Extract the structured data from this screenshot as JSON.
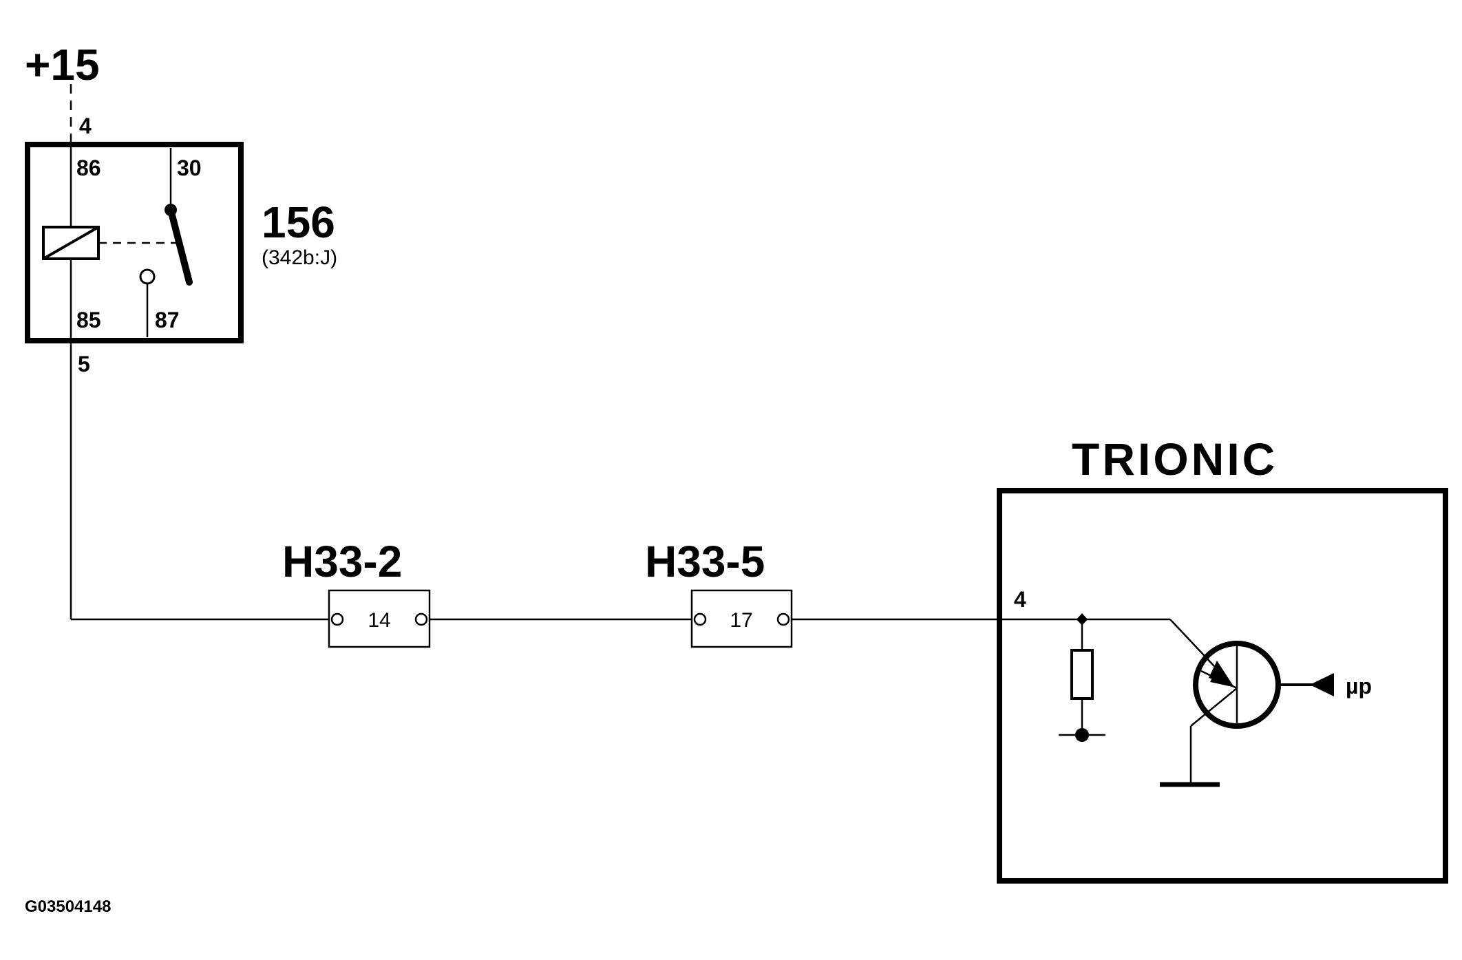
{
  "supply": {
    "label": "+15",
    "pin_top": "4",
    "pin_bottom": "5"
  },
  "relay": {
    "id": "156",
    "subtitle": "(342b:J)",
    "terminals": {
      "t86": "86",
      "t30": "30",
      "t85": "85",
      "t87": "87"
    }
  },
  "connectors": [
    {
      "name": "H33-2",
      "pin": "14"
    },
    {
      "name": "H33-5",
      "pin": "17"
    }
  ],
  "ecu": {
    "title": "TRIONIC",
    "pin": "4",
    "signal": "µp"
  },
  "figure_code": "G03504148"
}
